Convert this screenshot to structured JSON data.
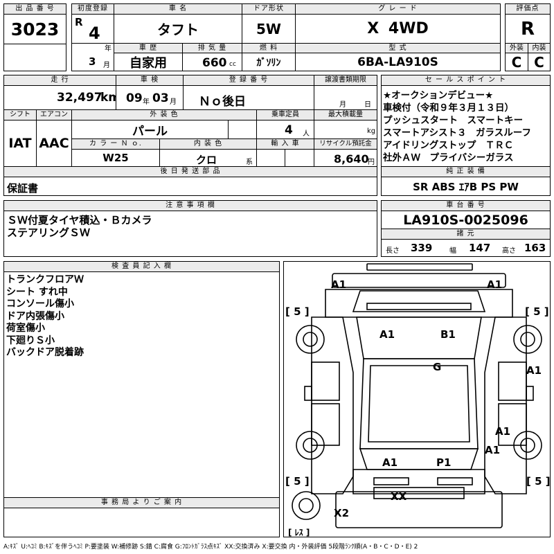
{
  "header": {
    "lot_label": "出 品 番 号",
    "lot_number": "3023",
    "first_reg_label": "初度登録",
    "era_letter": "R",
    "year": "4",
    "year_unit": "年",
    "month": "3",
    "month_unit": "月",
    "car_name_label": "車 名",
    "car_name": "タフト",
    "doors_label": "ドア形状",
    "doors": "5W",
    "grade_label": "グ レ ー ド",
    "grade": "X 4WD",
    "score_label": "評価点",
    "score": "R",
    "history_label": "車 歴",
    "history": "自家用",
    "displacement_label": "排 気 量",
    "displacement": "660",
    "displacement_unit": "cc",
    "fuel_label": "燃 料",
    "fuel": "ｶﾞｿﾘﾝ",
    "model_label": "型 式",
    "model": "6BA-LA910S",
    "exterior_label": "外装",
    "exterior_grade": "C",
    "interior_label": "内装",
    "interior_grade": "C"
  },
  "row2": {
    "mileage_label": "走 行",
    "mileage": "32,497",
    "mileage_unit": "km",
    "inspection_label": "車 検",
    "insp_year": "09",
    "insp_year_unit": "年",
    "insp_month": "03",
    "insp_month_unit": "月",
    "plate_label": "登 録 番 号",
    "plate": "Ｎｏ後日",
    "transfer_label": "譲渡書類期限",
    "transfer_month_unit": "月",
    "transfer_day_unit": "日",
    "shift_label": "シフト",
    "shift": "IAT",
    "ac_label": "エアコン",
    "ac": "AAC",
    "color_label": "外 装 色",
    "color": "パール",
    "capacity_label": "乗車定員",
    "capacity": "4",
    "capacity_unit": "人",
    "max_load_label": "最大積載量",
    "max_load_unit": "kg",
    "color_no_label": "カ ラ ー Ｎ ｏ.",
    "color_no": "W25",
    "interior_color_label": "内 装 色",
    "interior_color": "クロ",
    "interior_color_unit": "系",
    "import_label": "輸 入 車",
    "recycle_label": "リサイクル預託金",
    "recycle": "8,640",
    "recycle_unit": "円"
  },
  "sales_points": {
    "label": "セ ー ル ス ポ イ ン ト",
    "lines": [
      "★オークションデビュー★",
      "車検付（令和９年３月１３日）",
      "プッシュスタート　スマートキー",
      "スマートアシスト３　ガラスルーフ",
      "アイドリングストップ　ＴＲＣ",
      "社外ＡＷ　プライバシーガラス"
    ]
  },
  "deferred": {
    "label": "後 日 発 送 部 品",
    "value": "保証書"
  },
  "equipment": {
    "label": "純 正 装 備",
    "value": "SR ABS ｴｱB PS PW"
  },
  "notes": {
    "label": "注 意 事 項 欄",
    "lines": [
      "ＳＷ付夏タイヤ積込・Ｂカメラ",
      "ステアリングＳＷ"
    ]
  },
  "chassis": {
    "label": "車 台 番 号",
    "value": "LA910S-0025096",
    "spec_label": "諸 元",
    "length_label": "長さ",
    "length": "339",
    "width_label": "幅",
    "width": "147",
    "height_label": "高さ",
    "height": "163"
  },
  "inspector": {
    "label": "検 査 員 記 入 欄",
    "lines": [
      "トランクフロアＷ",
      "シート すれ中",
      "コンソール傷小",
      "ドア内張傷小",
      "荷室傷小",
      "下廻りＳ小",
      "バックドア脱着跡"
    ]
  },
  "office": {
    "label": "事 務 局 よ り ご 案 内"
  },
  "diagram": {
    "marks": {
      "front_left": "A1",
      "front_right": "A1",
      "tire_fl": "[ 5 ]",
      "tire_fr": "[ 5 ]",
      "roof_left": "A1",
      "roof_right": "B1",
      "glass": "G",
      "right_side": "A1",
      "rear_right_upper": "A1",
      "rear_right_lower": "A1",
      "rear_left": "A1",
      "rear_center": "P1",
      "tire_rl": "[ 5 ]",
      "tire_rr": "[ 5 ]",
      "rear_bumper": "XX",
      "rear_x2": "X2",
      "spare": "[ ﾚｽ ]"
    }
  },
  "legend": "A:ｷｽﾞ U:ﾍｺﾐ B:ｷｽﾞを伴うﾍｺﾐ P:要塗装 W:補修跡 S:錆 C:腐食 G:ﾌﾛﾝﾄｶﾞﾗｽ点ｷｽﾞ XX:交換済み X:要交換 内・外装評価 5段階ﾗﾝｸ順(A・B・C・D・E) 2"
}
